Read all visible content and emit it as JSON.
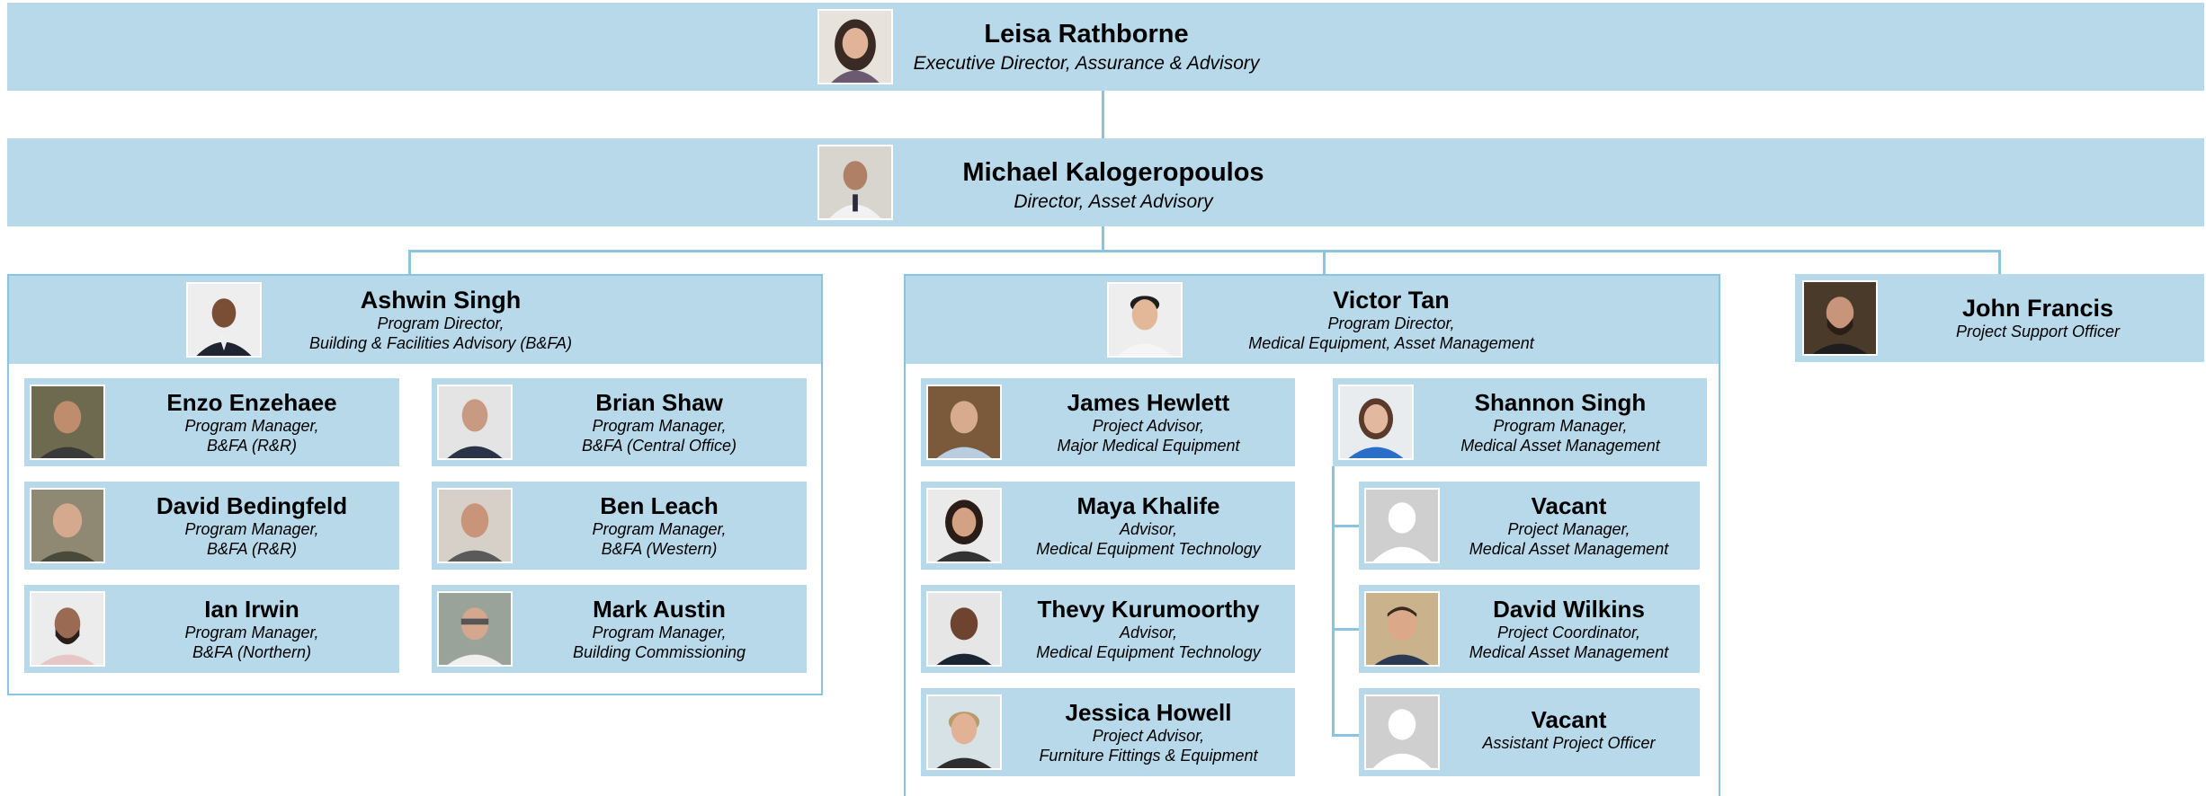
{
  "colors": {
    "box_fill": "#b7d9ea",
    "connector": "#8cc3df",
    "text": "#000000"
  },
  "executive": {
    "name": "Leisa Rathborne",
    "title": "Executive Director, Assurance & Advisory"
  },
  "director": {
    "name": "Michael Kalogeropoulos",
    "title": "Director, Asset Advisory"
  },
  "bfa_program": {
    "lead": {
      "name": "Ashwin Singh",
      "title_line1": "Program Director,",
      "title_line2": "Building & Facilities Advisory (B&FA)"
    },
    "members": [
      {
        "name": "Enzo Enzehaee",
        "title_line1": "Program Manager,",
        "title_line2": "B&FA (R&R)"
      },
      {
        "name": "Brian Shaw",
        "title_line1": "Program Manager,",
        "title_line2": "B&FA (Central Office)"
      },
      {
        "name": "David Bedingfeld",
        "title_line1": "Program Manager,",
        "title_line2": "B&FA (R&R)"
      },
      {
        "name": "Ben Leach",
        "title_line1": "Program Manager,",
        "title_line2": "B&FA (Western)"
      },
      {
        "name": "Ian Irwin",
        "title_line1": "Program Manager,",
        "title_line2": "B&FA (Northern)"
      },
      {
        "name": "Mark Austin",
        "title_line1": "Program Manager,",
        "title_line2": "Building Commissioning"
      }
    ]
  },
  "medical_program": {
    "lead": {
      "name": "Victor Tan",
      "title_line1": "Program Director,",
      "title_line2": "Medical Equipment, Asset Management"
    },
    "advisors": [
      {
        "name": "James Hewlett",
        "title_line1": "Project Advisor,",
        "title_line2": "Major Medical Equipment"
      },
      {
        "name": "Maya Khalife",
        "title_line1": "Advisor,",
        "title_line2": "Medical Equipment Technology"
      },
      {
        "name": "Thevy Kurumoorthy",
        "title_line1": "Advisor,",
        "title_line2": "Medical Equipment Technology"
      },
      {
        "name": "Jessica Howell",
        "title_line1": "Project Advisor,",
        "title_line2": "Furniture Fittings & Equipment"
      }
    ],
    "asset_manager": {
      "name": "Shannon Singh",
      "title_line1": "Program Manager,",
      "title_line2": "Medical Asset Management"
    },
    "asset_team": [
      {
        "name": "Vacant",
        "title_line1": "Project Manager,",
        "title_line2": "Medical Asset Management"
      },
      {
        "name": "David Wilkins",
        "title_line1": "Project Coordinator,",
        "title_line2": "Medical Asset Management"
      },
      {
        "name": "Vacant",
        "title_line1": "Assistant Project Officer",
        "title_line2": ""
      }
    ]
  },
  "support": {
    "name": "John Francis",
    "title": "Project Support Officer"
  }
}
